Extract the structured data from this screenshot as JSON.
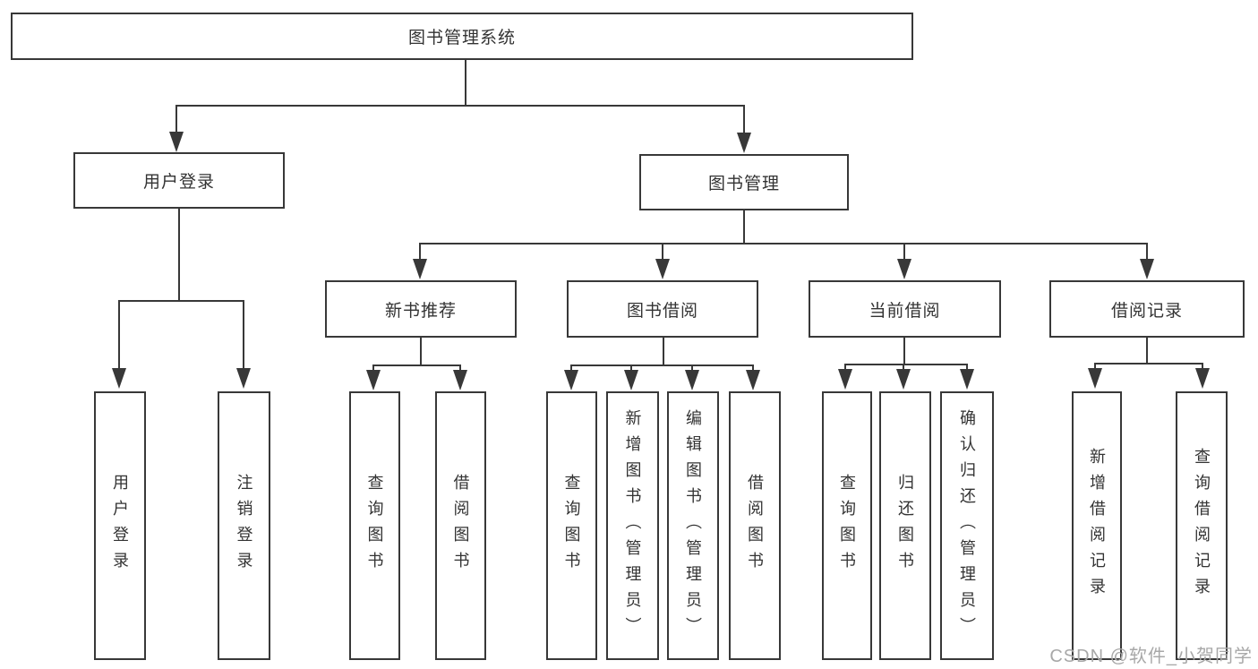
{
  "tree": {
    "label": "图书管理系统",
    "children": [
      {
        "label": "用户登录",
        "children": [
          {
            "label": "用户登录"
          },
          {
            "label": "注销登录"
          }
        ]
      },
      {
        "label": "图书管理",
        "children": [
          {
            "label": "新书推荐",
            "children": [
              {
                "label": "查询图书"
              },
              {
                "label": "借阅图书"
              }
            ]
          },
          {
            "label": "图书借阅",
            "children": [
              {
                "label": "查询图书"
              },
              {
                "label": "新增图书（管理员）"
              },
              {
                "label": "编辑图书（管理员）"
              },
              {
                "label": "借阅图书"
              }
            ]
          },
          {
            "label": "当前借阅",
            "children": [
              {
                "label": "查询图书"
              },
              {
                "label": "归还图书"
              },
              {
                "label": "确认归还（管理员）"
              }
            ]
          },
          {
            "label": "借阅记录",
            "children": [
              {
                "label": "新增借阅记录"
              },
              {
                "label": "查询借阅记录"
              }
            ]
          }
        ]
      }
    ]
  },
  "watermark": {
    "text": "CSDN @软件_小贺同学"
  },
  "colors": {
    "line": "#383838",
    "box_border": "#383838",
    "box_background": "#ffffff",
    "text": "#333333",
    "watermark": "#a8a8a8",
    "background": "#ffffff"
  }
}
